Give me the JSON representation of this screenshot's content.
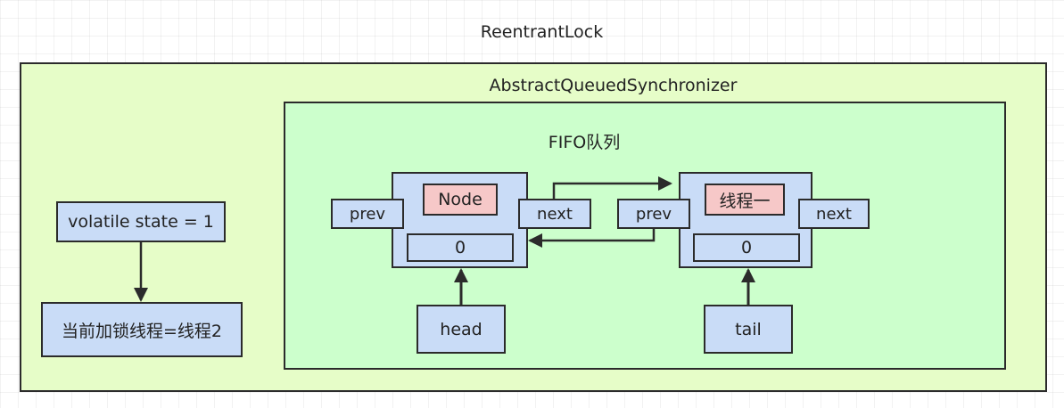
{
  "outer_title": "ReentrantLock",
  "aqs": {
    "title": "AbstractQueuedSynchronizer",
    "state_label": "volatile state = 1",
    "owner_label": "当前加锁线程=线程2"
  },
  "fifo": {
    "title": "FIFO队列",
    "node1": {
      "name": "Node",
      "prev": "prev",
      "next": "next",
      "value": "0",
      "pointer": "head"
    },
    "node2": {
      "name": "线程一",
      "prev": "prev",
      "next": "next",
      "value": "0",
      "pointer": "tail"
    }
  },
  "colors": {
    "aqs_fill": "#e6fdc8",
    "fifo_fill": "#ccffcc",
    "node_fill": "#c9dcf7",
    "name_fill": "#f6c8c8",
    "border": "#2b2b2b"
  }
}
